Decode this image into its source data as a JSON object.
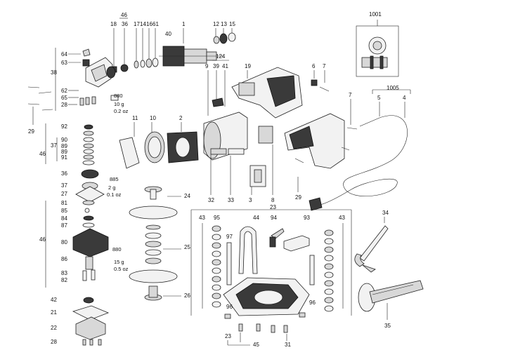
{
  "callouts": {
    "c1001": "1001",
    "c1005": "1005",
    "c124": "124",
    "c46a": "46",
    "c36": "36",
    "c18": "18",
    "c17": "17",
    "c14": "14",
    "c16": "16",
    "c61": "61",
    "c40": "40",
    "c1": "1",
    "c12": "12",
    "c13": "13",
    "c15": "15",
    "c39": "39",
    "c41": "41",
    "c9": "9",
    "c19": "19",
    "c6": "6",
    "c7a": "7",
    "c64": "64",
    "c63": "63",
    "c38": "38",
    "c62": "62",
    "c65": "65",
    "c28a": "28",
    "c29a": "29",
    "c880a": "880",
    "g10": "10 g",
    "oz02": "0.2 oz",
    "c11": "11",
    "c10": "10",
    "c2": "2",
    "c7b": "7",
    "c5": "5",
    "c4": "4",
    "c92": "92",
    "c90": "90",
    "c89a": "89",
    "c89b": "89",
    "c91": "91",
    "c37a": "37",
    "c46b": "46",
    "c36b": "36",
    "c37b": "37",
    "c27": "27",
    "c885": "885",
    "g2": "2 g",
    "oz01": "0.1 oz",
    "c32": "32",
    "c33": "33",
    "c3": "3",
    "c8": "8",
    "c29b": "29",
    "c24": "24",
    "c81": "81",
    "c85": "85",
    "c84": "84",
    "c87": "87",
    "c46c": "46",
    "c80": "80",
    "c86": "86",
    "c880b": "880",
    "g15": "15 g",
    "oz05": "0.5 oz",
    "c83": "83",
    "c82": "82",
    "c25": "25",
    "c26": "26",
    "c42": "42",
    "c21": "21",
    "c22": "22",
    "c28b": "28",
    "c23a": "23",
    "c43a": "43",
    "c95": "95",
    "c97a": "97",
    "c44": "44",
    "c94": "94",
    "c93": "93",
    "c43b": "43",
    "c34": "34",
    "c35": "35",
    "c96a": "96",
    "c96b": "96",
    "c23b": "23",
    "c45": "45",
    "c31": "31"
  }
}
